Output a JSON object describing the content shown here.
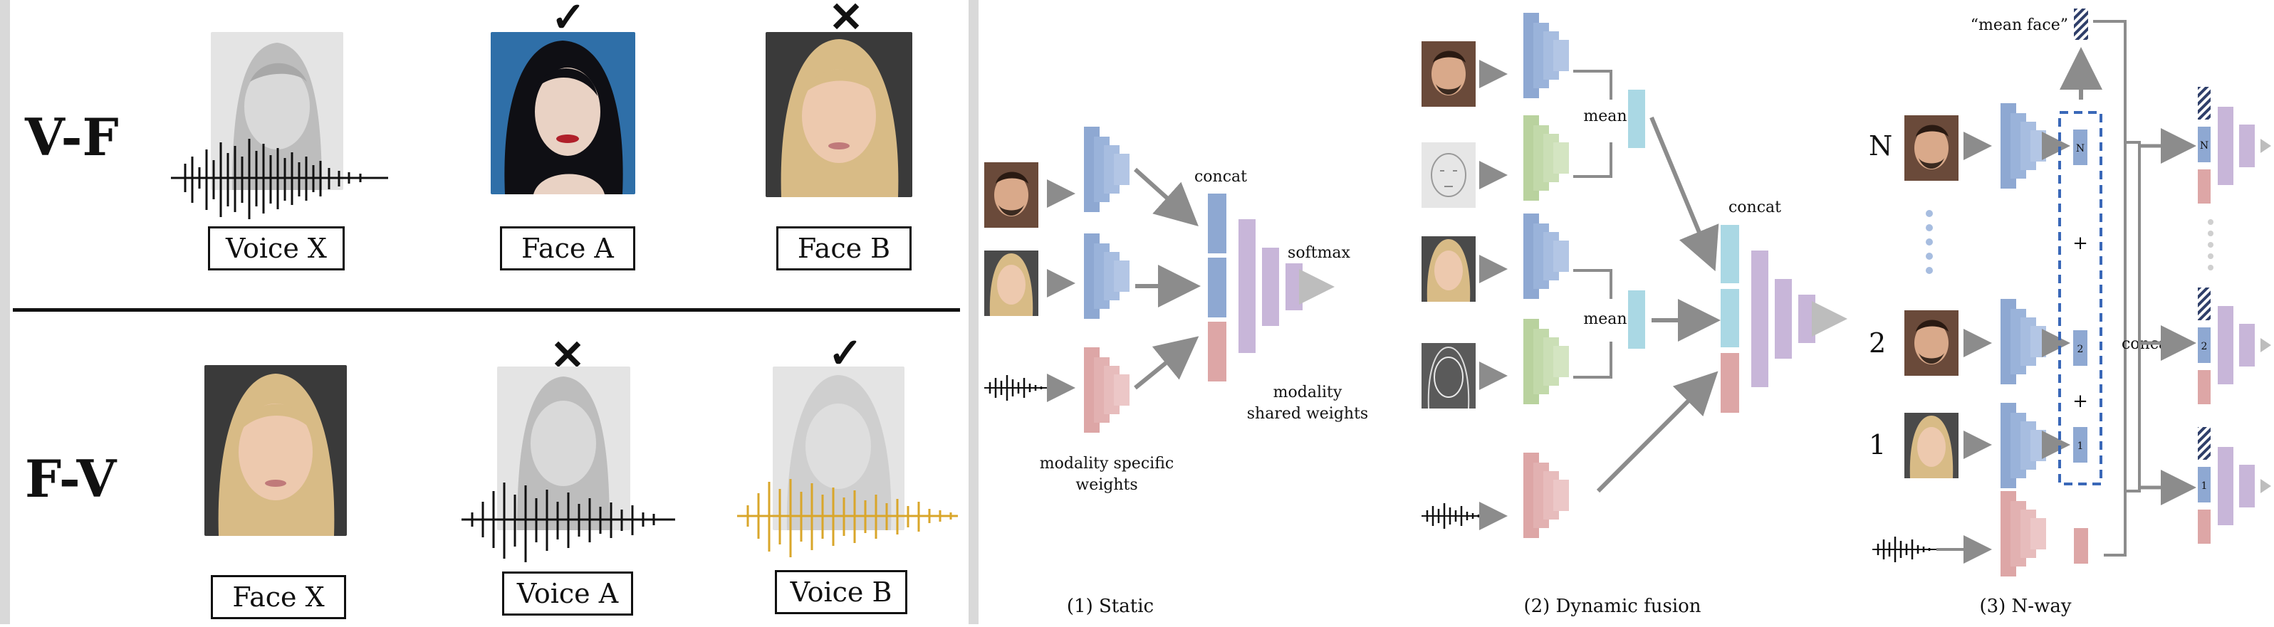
{
  "left": {
    "vf": {
      "row_label": "V-F",
      "voice_x": "Voice X",
      "face_a": "Face A",
      "face_b": "Face B",
      "mark_a": "✓",
      "mark_b": "✕"
    },
    "fv": {
      "row_label": "F-V",
      "face_x": "Face X",
      "voice_a": "Voice A",
      "voice_b": "Voice B",
      "mark_a": "✕",
      "mark_b": "✓"
    }
  },
  "static": {
    "concat": "concat",
    "softmax": "softmax",
    "specific_l1": "modality specific",
    "specific_l2": "weights",
    "shared_l1": "modality",
    "shared_l2": "shared weights",
    "caption": "(1) Static"
  },
  "dynamic": {
    "mean_top": "mean",
    "mean_bottom": "mean",
    "concat": "concat",
    "caption": "(2) Dynamic fusion"
  },
  "nway": {
    "mean_face": "“mean face”",
    "n_label": "N",
    "two_label": "2",
    "one_label": "1",
    "slot_n": "N",
    "slot_2": "2",
    "slot_1": "1",
    "plus": "+",
    "concat": "concat",
    "caption": "(3) N-way"
  },
  "colors": {
    "blue": "#8ea8d2",
    "green": "#b9d29e",
    "pink": "#dda6a6",
    "purple": "#c8b6d9",
    "cyan": "#aad8e4",
    "arrow": "#8c8c8c",
    "accent_wave": "#d9a62a"
  }
}
